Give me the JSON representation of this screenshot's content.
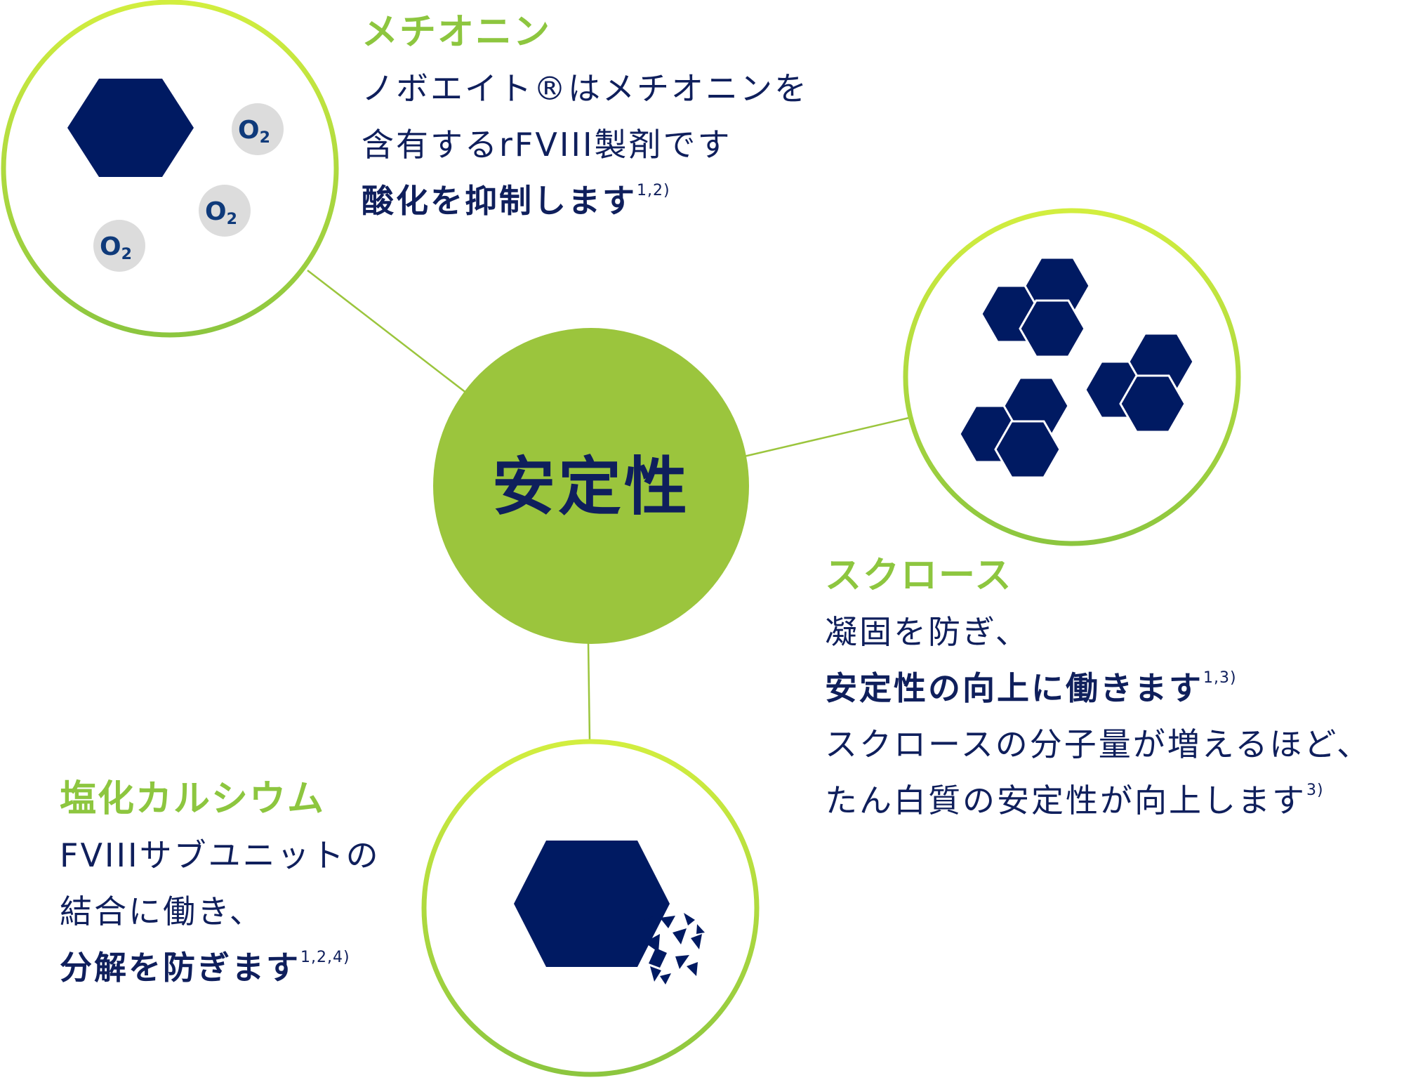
{
  "center": {
    "label": "安定性"
  },
  "molecule": {
    "o2_label": "O",
    "o2_subscript": "2"
  },
  "methionine": {
    "heading": "メチオニン",
    "line1": "ノボエイト®はメチオニンを",
    "line2": "含有するrFVIII製剤です",
    "line3_bold": "酸化を抑制します",
    "line3_sup": "1,2)"
  },
  "sucrose": {
    "heading": "スクロース",
    "line1": "凝固を防ぎ、",
    "line2_bold": "安定性の向上に働きます",
    "line2_sup": "1,3)",
    "line3": "スクロースの分子量が増えるほど、",
    "line4": "たん白質の安定性が向上します",
    "line4_sup": "3)"
  },
  "calcium": {
    "heading": "塩化カルシウム",
    "line1": "FVIIIサブユニットの",
    "line2": "結合に働き、",
    "line3_bold": "分解を防ぎます",
    "line3_sup": "1,2,4)"
  },
  "colors": {
    "navy": "#0f1f5c",
    "green": "#9bc53d",
    "heading_green": "#8dc63f",
    "ring_outer": "#c8e64a",
    "ring_inner": "#8dc63f",
    "o2_bubble": "#dcdcdc"
  }
}
